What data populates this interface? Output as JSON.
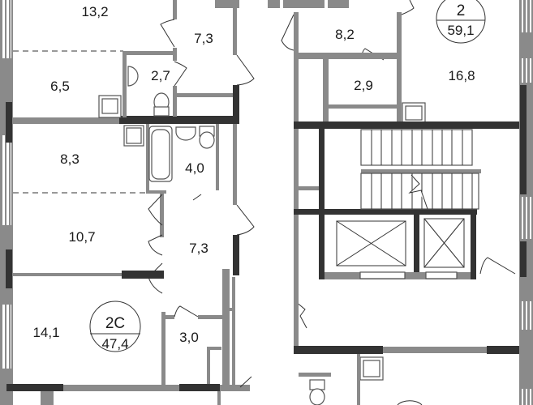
{
  "plan": {
    "apartment_2c": {
      "type": "2С",
      "total_area": "47,4",
      "rooms": [
        "13,2",
        "7,3",
        "6,5",
        "2,7",
        "8,3",
        "4,0",
        "10,7",
        "7,3",
        "14,1",
        "3,0"
      ]
    },
    "apartment_2": {
      "type": "2",
      "total_area": "59,1",
      "rooms": [
        "8,2",
        "2,9",
        "16,8"
      ]
    },
    "colors": {
      "wall_load": "#333333",
      "wall_partition": "#8a8a8a"
    }
  }
}
